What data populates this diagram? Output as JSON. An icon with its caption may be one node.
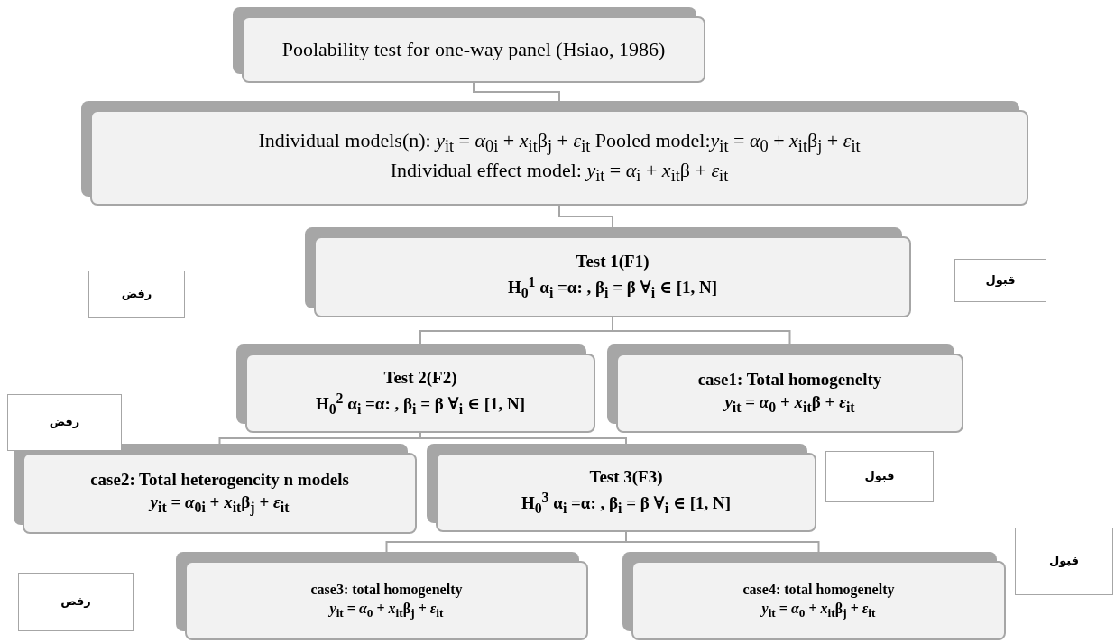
{
  "diagram": {
    "nodes": [
      {
        "text": [
          "Poolability test for one-way panel (Hsiao, 1986)"
        ]
      },
      {
        "text": [
          "Individual models(n): *y*$_{it}$ = *α*$_{0i}$ + *x*$_{it}$β$_{j}$ + *ε*$_{it}$ Pooled model:*y*$_{it}$ = *α*$_{0}$ + *x*$_{it}$β$_{j}$ + *ε*$_{it}$",
          "Individual effect model: *y*$_{it}$ = *α*$_{i}$ + *x*$_{it}$β + *ε*$_{it}$"
        ]
      },
      {
        "text": [
          "Test 1(F1)",
          "H$_{0}$$^{1}$ α$_{i}$ =α: ,    β$_{i}$ = β ∀$_{i}$  ∈ [1, N]"
        ]
      },
      {
        "text": [
          "Test 2(F2)",
          "H$_{0}$$^{2}$ α$_{i}$ =α: ,    β$_{i}$ = β ∀$_{i}$  ∈ [1, N]"
        ]
      },
      {
        "text": [
          "case1: Total homogenelty",
          "*y*$_{it}$ = *α*$_{0}$ + *x*$_{it}$β + *ε*$_{it}$"
        ]
      },
      {
        "text": [
          "case2: Total heterogencity n models",
          "*y*$_{it}$ = *α*$_{0i}$ + *x*$_{it}$β$_{j}$ + *ε*$_{it}$"
        ]
      },
      {
        "text": [
          "Test 3(F3)",
          "H$_{0}$$^{3}$ α$_{i}$ =α: ,    β$_{i}$ = β ∀$_{i}$  ∈ [1, N]"
        ]
      },
      {
        "text": [
          "case3: total homogenelty",
          "*y*$_{it}$ = *α*$_{0}$ + *x*$_{it}$β$_{j}$ + *ε*$_{it}$"
        ]
      },
      {
        "text": [
          "case4: total homogenelty",
          "*y*$_{it}$ = *α*$_{0}$ + *x*$_{it}$β$_{j}$ + *ε*$_{it}$"
        ]
      },
      {
        "text": [
          "رفض"
        ]
      },
      {
        "text": [
          "قبول"
        ]
      },
      {
        "text": [
          "رفض"
        ]
      },
      {
        "text": [
          "قبول"
        ]
      },
      {
        "text": [
          "قبول"
        ]
      },
      {
        "text": [
          "رفض"
        ]
      }
    ],
    "edges": [
      {
        "from": 0,
        "to": 1,
        "arrow": "none"
      },
      {
        "from": 1,
        "to": 2,
        "arrow": "none"
      },
      {
        "from": 2,
        "to": 3,
        "arrow": "none"
      },
      {
        "from": 2,
        "to": 4,
        "arrow": "none"
      },
      {
        "from": 3,
        "to": 5,
        "arrow": "none"
      },
      {
        "from": 3,
        "to": 6,
        "arrow": "none"
      },
      {
        "from": 6,
        "to": 7,
        "arrow": "none"
      },
      {
        "from": 6,
        "to": 8,
        "arrow": "none"
      }
    ]
  }
}
